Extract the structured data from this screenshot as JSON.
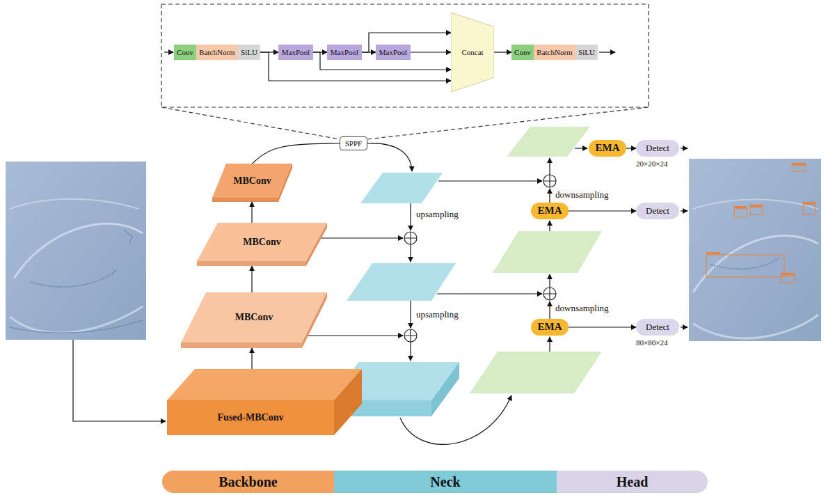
{
  "diagram": {
    "nodes": [
      {
        "text": [
          "Conv"
        ]
      },
      {
        "text": [
          "BatchNorm"
        ]
      },
      {
        "text": [
          "SiLU"
        ]
      },
      {
        "text": [
          "MaxPool"
        ]
      },
      {
        "text": [
          "MaxPool"
        ]
      },
      {
        "text": [
          "MaxPool"
        ]
      },
      {
        "text": [
          "Concat"
        ]
      },
      {
        "text": [
          "Conv"
        ]
      },
      {
        "text": [
          "BatchNorm"
        ]
      },
      {
        "text": [
          "SiLU"
        ]
      },
      {
        "text": [
          "SPPF"
        ]
      },
      {
        "text": [
          "MBConv"
        ]
      },
      {
        "text": [
          "MBConv"
        ]
      },
      {
        "text": [
          "MBConv"
        ]
      },
      {
        "text": [
          "Fused-MBConv"
        ]
      },
      {
        "text": [
          "EMA"
        ]
      },
      {
        "text": [
          "Detect"
        ]
      },
      {
        "text": [
          "EMA"
        ]
      },
      {
        "text": [
          "Detect"
        ]
      },
      {
        "text": [
          "EMA"
        ]
      },
      {
        "text": [
          "Detect"
        ]
      },
      {
        "text": [
          "Backbone"
        ]
      },
      {
        "text": [
          "Neck"
        ]
      },
      {
        "text": [
          "Head"
        ]
      }
    ],
    "edges": [
      {
        "from": 2,
        "to": 3,
        "arrow": "to"
      },
      {
        "from": 3,
        "to": 4,
        "arrow": "to"
      },
      {
        "from": 4,
        "to": 5,
        "arrow": "to"
      },
      {
        "from": 5,
        "to": 6,
        "arrow": "to"
      },
      {
        "from": 4,
        "to": 6,
        "arrow": "to"
      },
      {
        "from": 3,
        "to": 6,
        "arrow": "to"
      },
      {
        "from": 2,
        "to": 6,
        "arrow": "to"
      },
      {
        "from": 6,
        "to": 7,
        "arrow": "to"
      },
      {
        "from": 11,
        "to": 10,
        "arrow": "none"
      },
      {
        "from": 14,
        "to": 13,
        "arrow": "to"
      },
      {
        "from": 13,
        "to": 12,
        "arrow": "to"
      },
      {
        "from": 12,
        "to": 11,
        "arrow": "to"
      },
      {
        "from": 15,
        "to": 16,
        "arrow": "to"
      },
      {
        "from": 17,
        "to": 18,
        "arrow": "to"
      },
      {
        "from": 19,
        "to": 20,
        "arrow": "to"
      }
    ],
    "labels": [
      "upsampling",
      "upsampling",
      "downsampling",
      "downsampling",
      "20×20×24",
      "80×80×24"
    ]
  }
}
